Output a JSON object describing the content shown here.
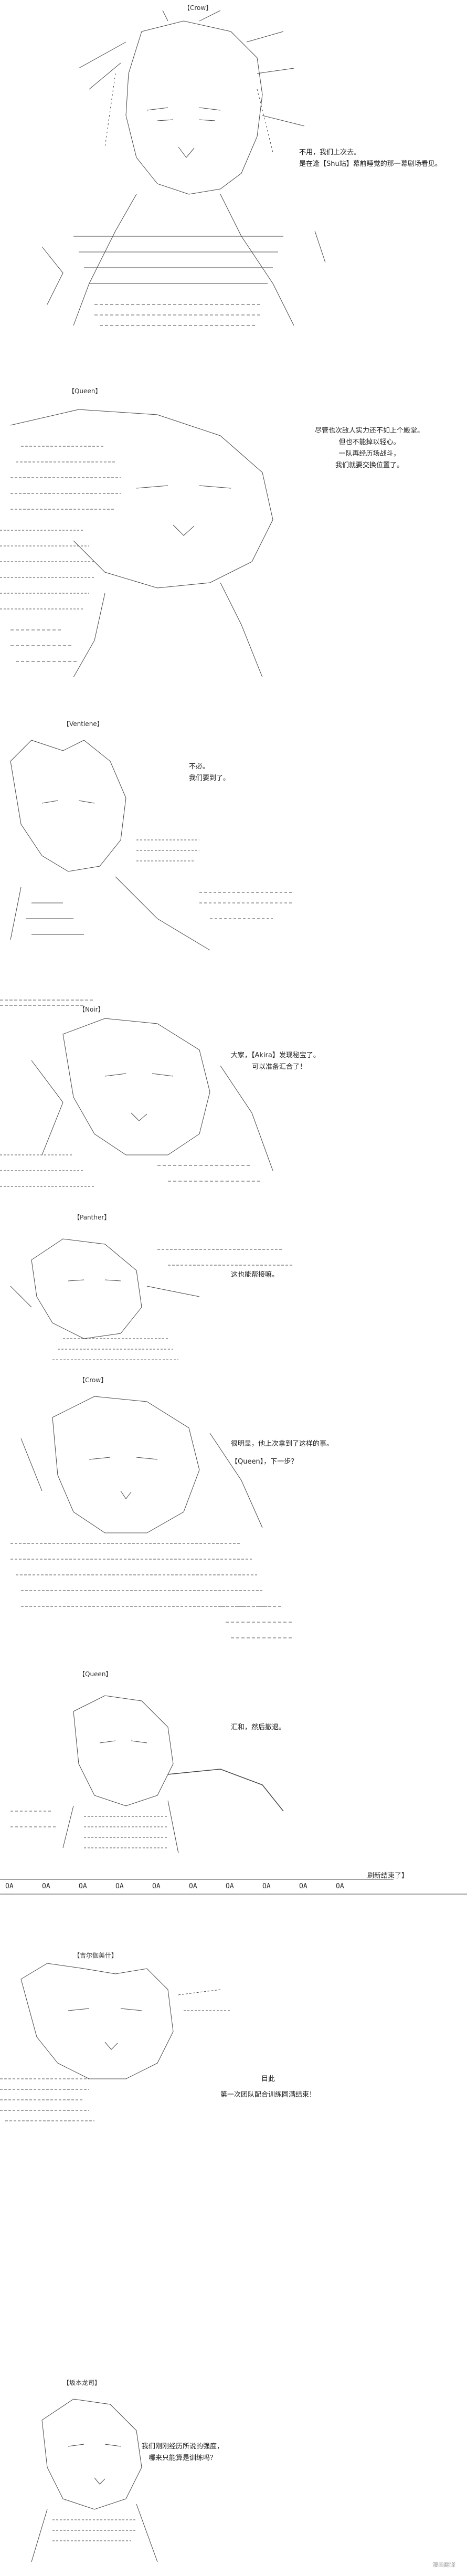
{
  "panels": [
    {
      "name": "【Crow】",
      "lines": [
        "不用，我们上次去。",
        "是在逢【Shu站】幕前睡觉的那一幕剧场看见。"
      ]
    },
    {
      "name": "【Queen】",
      "lines": [
        "尽管也次敌人实力还不如上个殿堂。",
        "但也不能掉以轻心。",
        "一队再经历场战斗，",
        "我们就要交换位置了。"
      ]
    },
    {
      "name": "【Ventlene】",
      "lines": [
        "不必。",
        "我们要到了。"
      ]
    },
    {
      "name": "【Noir】",
      "lines": [
        "大家，【Akira】发现秘宝了。",
        "可以准备汇合了！"
      ]
    },
    {
      "name": "【Panther】",
      "lines": [
        "这也能帮接嘛。"
      ]
    },
    {
      "name": "【Crow】",
      "lines": [
        "很明显，他上次拿到了这样的事。",
        "【Queen】，下一步？"
      ]
    },
    {
      "name": "【Queen】",
      "lines": [
        "汇和，然后撤退。"
      ]
    },
    {
      "name": "【吉尔伽美什】",
      "lines": [
        "目此",
        "第一次团队配合训练圆满结束！"
      ]
    },
    {
      "name": "【坂本龙司】",
      "lines": [
        "我们刚刚经历所说的强度，",
        "哪来只能算是训练吗？"
      ]
    }
  ],
  "divider": {
    "tokens": [
      "OA",
      "OA",
      "OA",
      "OA",
      "OA",
      "OA",
      "OA",
      "OA",
      "OA",
      "OA"
    ],
    "banner": "刷新结束了】"
  },
  "footer": "漫画翻译"
}
